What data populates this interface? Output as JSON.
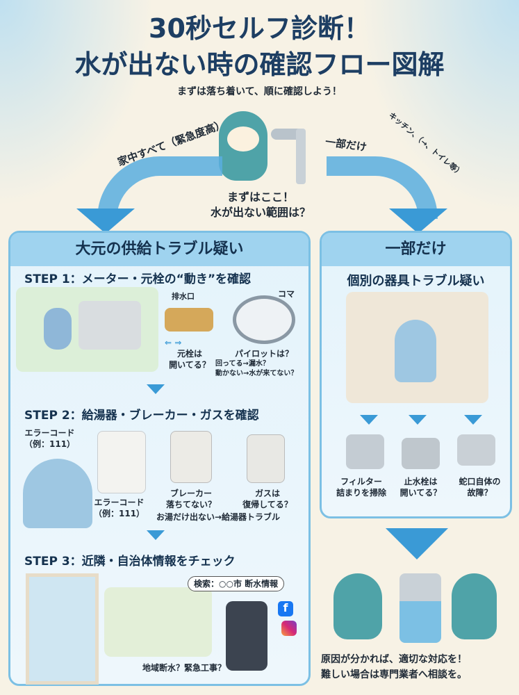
{
  "title": {
    "line1": "30秒セルフ診断！",
    "line2": "水が出ない時の確認フロー図解",
    "subtitle": "まずは落ち着いて、順に確認しよう！"
  },
  "center": {
    "question": "まずはここ！",
    "question2": "水が出ない範囲は？",
    "left_branch": "家中すべて（緊急度高）",
    "right_branch": "一部だけ",
    "right_branch_note": "キッチン、（→、トイレ等）"
  },
  "left_panel": {
    "header": "大元の供給トラブル疑い",
    "step1": {
      "heading": "STEP 1：メーター・元栓の“動き”を確認",
      "valve_tag": "排水口",
      "valve_label": "元栓は\n開いてる？",
      "meter_tag": "コマ",
      "meter_label": "パイロットは？",
      "meter_note1": "回ってる→漏水？",
      "meter_note2": "動かない→水が来てない？"
    },
    "step2": {
      "heading": "STEP 2：給湯器・ブレーカー・ガスを確認",
      "error_tag": "エラーコード\n（例：111）",
      "error_label": "エラーコード\n（例：111）",
      "breaker_label": "ブレーカー\n落ちてない？",
      "gas_label": "ガスは\n復帰してる？",
      "note": "お湯だけ出ない→給湯器トラブル"
    },
    "step3": {
      "heading": "STEP 3：近隣・自治体情報をチェック",
      "search": "検索：○○市 断水情報",
      "note": "地域断水？緊急工事？"
    }
  },
  "right_panel": {
    "header": "一部だけ",
    "subheader": "個別の器具トラブル疑い",
    "items": [
      {
        "label": "フィルター\n詰まりを掃除"
      },
      {
        "label": "止水栓は\n開いてる？"
      },
      {
        "label": "蛇口自体の\n故障？"
      }
    ]
  },
  "footer": {
    "line1": "原因が分かれば、適切な対応を！",
    "line2": "難しい場合は専門業者へ相談を。"
  },
  "colors": {
    "title": "#1d3e63",
    "accent": "#3a9ad6",
    "panel_border": "#7cc0e4",
    "panel_header": "#9fd3ef",
    "background": "#f7f2e5"
  }
}
